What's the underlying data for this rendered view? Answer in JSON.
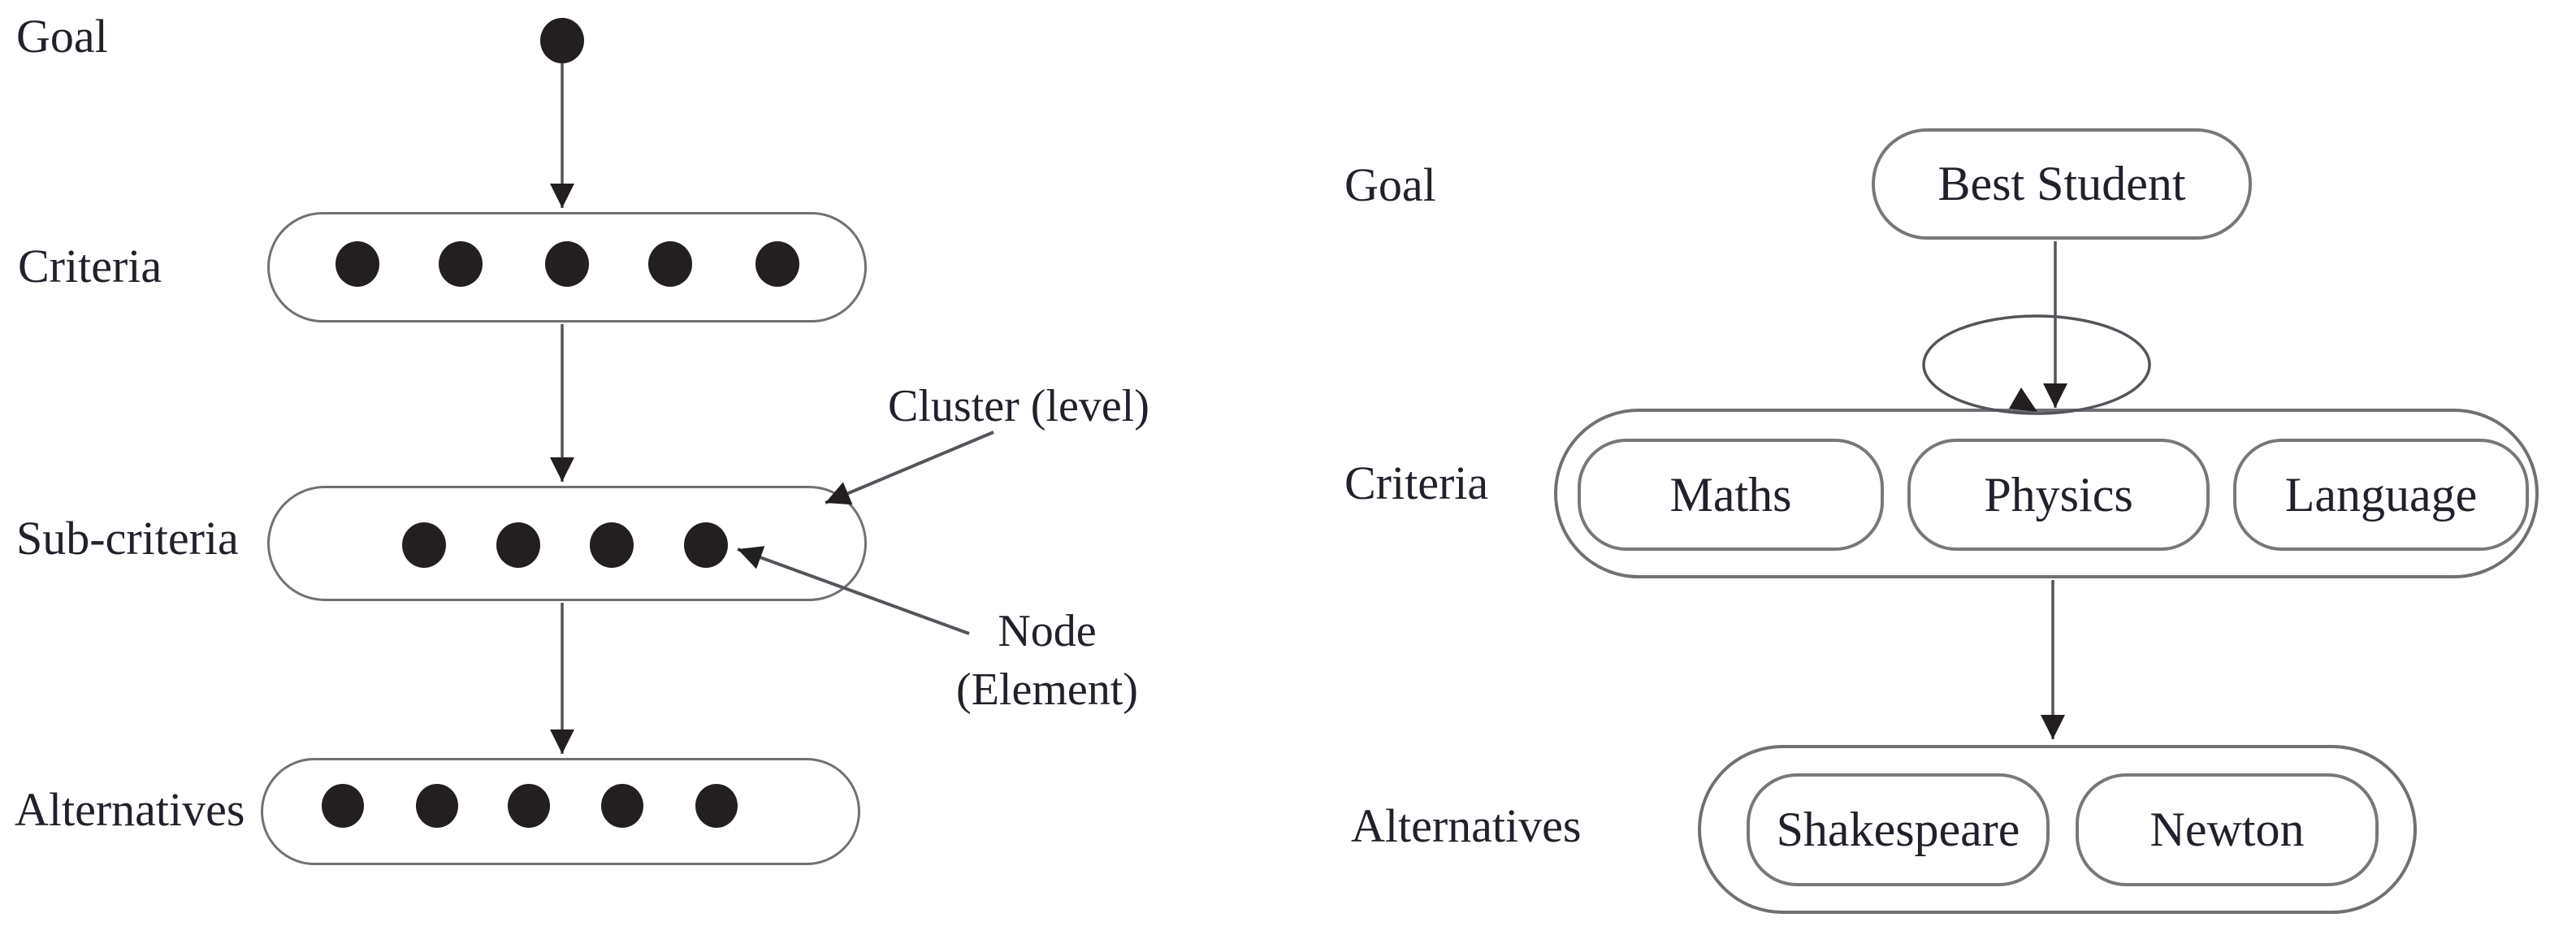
{
  "figure": {
    "background": "#ffffff",
    "outline_color": "#707175",
    "line_color": "#54555a",
    "node_dot_color": "#231f20",
    "text_color": "#21212b"
  },
  "left_diagram": {
    "goal_label": "Goal",
    "criteria_label": "Criteria",
    "subcriteria_label": "Sub-criteria",
    "alternatives_label": "Alternatives",
    "goal_node_count": 1,
    "criteria_node_count": 5,
    "subcriteria_node_count": 4,
    "alternatives_node_count": 5
  },
  "annotations": {
    "cluster_label": "Cluster (level)",
    "node_label_line1": "Node",
    "node_label_line2": "(Element)"
  },
  "right_diagram": {
    "goal_label": "Goal",
    "criteria_label": "Criteria",
    "alternatives_label": "Alternatives",
    "goal_node": "Best Student",
    "criteria_nodes": [
      "Maths",
      "Physics",
      "Language"
    ],
    "alternative_nodes": [
      "Shakespeare",
      "Newton"
    ]
  }
}
